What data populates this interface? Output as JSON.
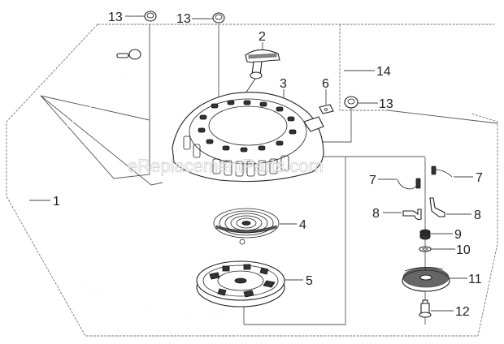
{
  "diagram": {
    "title": "Recoil Starter Assembly",
    "watermark": "eReplacementParts.com",
    "callouts": [
      {
        "id": "c1",
        "label": "1",
        "part": "starter-rope"
      },
      {
        "id": "c2",
        "label": "2",
        "part": "starter-grip"
      },
      {
        "id": "c3",
        "label": "3",
        "part": "starter-case"
      },
      {
        "id": "c4",
        "label": "4",
        "part": "recoil-spring"
      },
      {
        "id": "c5",
        "label": "5",
        "part": "starter-reel"
      },
      {
        "id": "c6",
        "label": "6",
        "part": "rope-guide-plate"
      },
      {
        "id": "c7a",
        "label": "7",
        "part": "ratchet-spring-left"
      },
      {
        "id": "c7b",
        "label": "7",
        "part": "ratchet-spring-right"
      },
      {
        "id": "c8a",
        "label": "8",
        "part": "ratchet-left"
      },
      {
        "id": "c8b",
        "label": "8",
        "part": "ratchet-right"
      },
      {
        "id": "c9",
        "label": "9",
        "part": "friction-spring"
      },
      {
        "id": "c10",
        "label": "10",
        "part": "washer"
      },
      {
        "id": "c11",
        "label": "11",
        "part": "ratchet-guide"
      },
      {
        "id": "c12",
        "label": "12",
        "part": "setting-screw"
      },
      {
        "id": "c13a",
        "label": "13",
        "part": "flange-nut-left"
      },
      {
        "id": "c13b",
        "label": "13",
        "part": "flange-nut-middle"
      },
      {
        "id": "c13c",
        "label": "13",
        "part": "flange-nut-right"
      },
      {
        "id": "c14",
        "label": "14",
        "part": "starter-assembly"
      }
    ]
  }
}
